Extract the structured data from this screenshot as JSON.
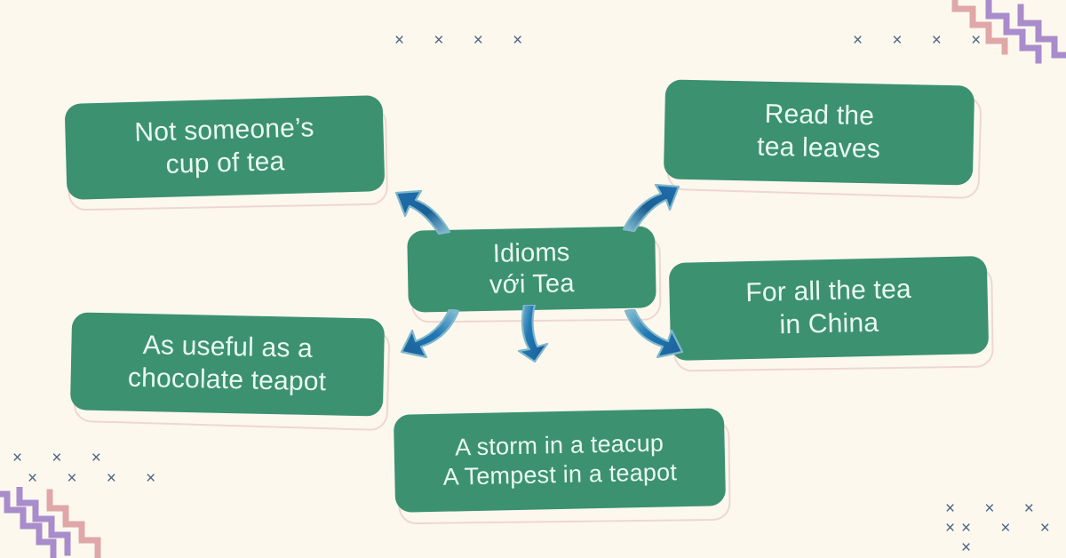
{
  "page": {
    "title": "Idioms với Tea",
    "background_color": "#fdf8ee",
    "card_color": "#3c9171",
    "card_text_color": "#eafaf2",
    "card_shadow_color": "#eed7d2",
    "arrow_color": "#1e6aa8",
    "arrow_highlight_color": "#8cc3d4",
    "decoration_x_color": "#4b6585",
    "decoration_pink_color": "#dfa7a8",
    "decoration_purple_color": "#a98ccb"
  },
  "center": {
    "line1": "Idioms",
    "line2": "với Tea",
    "text": "Idioms\nvới Tea"
  },
  "cards": [
    {
      "id": "not-someones-cup-of-tea",
      "text": "Not someone’s\ncup of tea"
    },
    {
      "id": "read-the-tea-leaves",
      "text": "Read the\ntea leaves"
    },
    {
      "id": "for-all-the-tea-in-china",
      "text": "For all the tea\nin China"
    },
    {
      "id": "as-useful-as-a-chocolate-teapot",
      "text": "As useful as a\nchocolate teapot"
    },
    {
      "id": "a-storm-in-a-teacup",
      "text": "A storm in a teacup\nA Tempest in a teapot"
    }
  ],
  "arrows": [
    {
      "id": "arrow-up-left",
      "direction": "up-left"
    },
    {
      "id": "arrow-up-right",
      "direction": "up-right"
    },
    {
      "id": "arrow-down-left",
      "direction": "down-left"
    },
    {
      "id": "arrow-down",
      "direction": "down"
    },
    {
      "id": "arrow-down-right",
      "direction": "down-right"
    }
  ],
  "decorations": {
    "x_marks": "×   ×   ×   ×",
    "x_rows": [
      {
        "id": "top-center",
        "text": "×  ×  ×  ×"
      },
      {
        "id": "top-right",
        "text": "×  ×  ×  ×"
      },
      {
        "id": "bottom-left-upper",
        "text": "×  ×  ×"
      },
      {
        "id": "bottom-left-lower",
        "text": "×  ×  ×  ×"
      },
      {
        "id": "bottom-right-upper",
        "text": "×  ×  ×  ×"
      },
      {
        "id": "bottom-right-lower",
        "text": "×  ×  ×  ×"
      }
    ]
  }
}
